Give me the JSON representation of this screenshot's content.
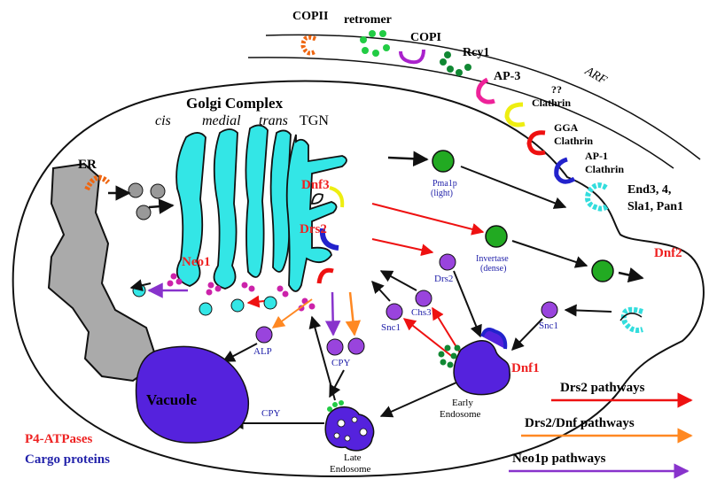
{
  "coats": {
    "copii": "COPII",
    "retromer": "retromer",
    "copi": "COPI",
    "rcy1": "Rcy1",
    "ap3": "AP-3",
    "unknown": "??",
    "clathrin1": "Clathrin",
    "gga": "GGA",
    "clathrin2": "Clathrin",
    "ap1": "AP-1",
    "clathrin3": "Clathrin",
    "arf": "ARF",
    "endo_line1": "End3, 4,",
    "endo_line2": "Sla1, Pan1"
  },
  "golgi": {
    "title": "Golgi Complex",
    "cis": "cis",
    "medial": "medial",
    "trans": "trans",
    "tgn": "TGN"
  },
  "organelles": {
    "er": "ER",
    "vacuole": "Vacuole",
    "early_endosome_1": "Early",
    "early_endosome_2": "Endosome",
    "late_endosome_1": "Late",
    "late_endosome_2": "Endosome"
  },
  "p4_atpases": {
    "dnf3": "Dnf3",
    "drs2": "Drs2",
    "neo1": "Neo1",
    "dnf2": "Dnf2",
    "dnf1": "Dnf1"
  },
  "cargo": {
    "pma1_1": "Pma1p",
    "pma1_2": "(light)",
    "invertase_1": "Invertase",
    "invertase_2": "(dense)",
    "drs2": "Drs2",
    "chs3": "Chs3",
    "snc1_left": "Snc1",
    "snc1_right": "Snc1",
    "alp": "ALP",
    "cpy": "CPY",
    "cpy_bottom": "CPY"
  },
  "legend": {
    "p4": "P4-ATPases",
    "cargo": "Cargo proteins",
    "drs2_path": "Drs2 pathways",
    "drs2dnf_path": "Drs2/Dnf pathways",
    "neo1_path": "Neo1p pathways"
  },
  "colors": {
    "golgi": "#33e6e6",
    "vacuole": "#5522dd",
    "cargo_vesicle": "#9944dd",
    "secretory_vesicle": "#22aa22",
    "p4_label": "#ee2222",
    "cargo_label": "#2222aa",
    "drs2_arrow": "#ee1111",
    "drs2dnf_arrow": "#ff8822",
    "neo1_arrow": "#8833cc",
    "coat_copii": "#ee6611",
    "coat_retromer": "#22cc44",
    "coat_copi": "#aa22cc",
    "coat_rcy1": "#118833",
    "coat_ap3": "#ee2299",
    "coat_unknown": "#eeee11",
    "coat_gga": "#ee1111",
    "coat_ap1": "#2222cc",
    "coat_endo": "#33dddd"
  }
}
